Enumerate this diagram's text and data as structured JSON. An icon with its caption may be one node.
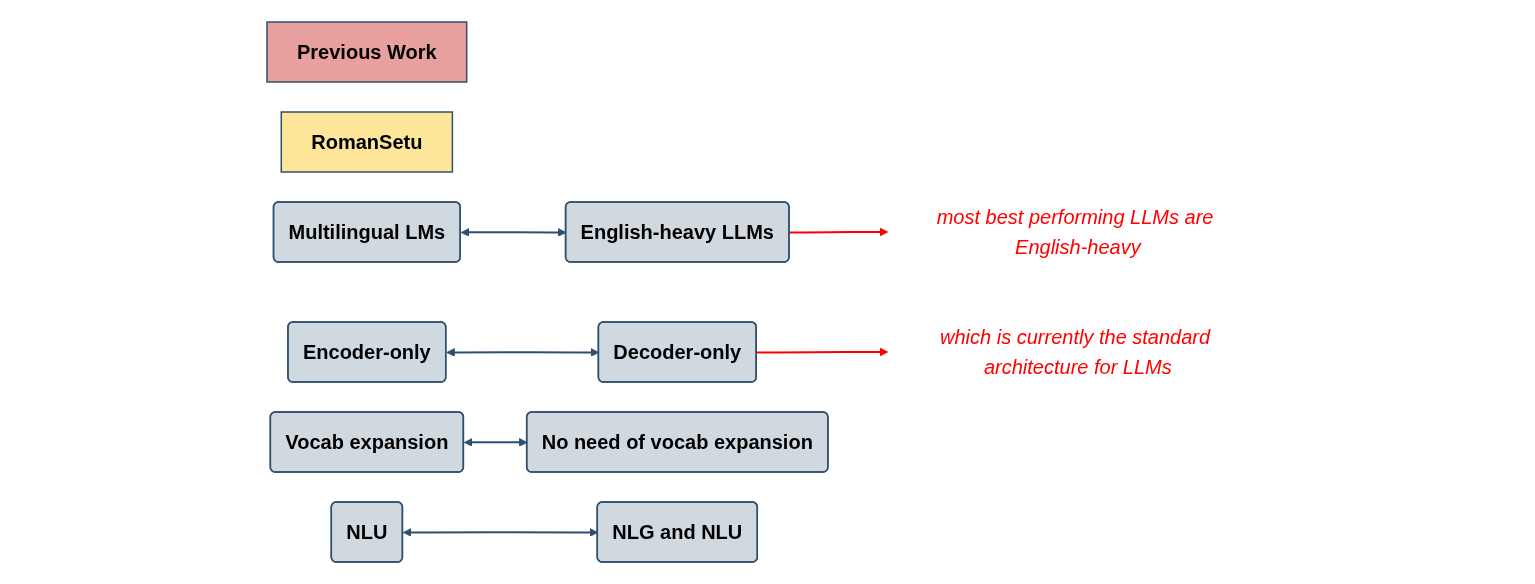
{
  "diagram": {
    "nodes": [
      {
        "text": [
          "Previous Work"
        ]
      },
      {
        "text": [
          "RomanSetu"
        ]
      },
      {
        "text": [
          "Multilingual LMs"
        ]
      },
      {
        "text": [
          "English-heavy LLMs"
        ]
      },
      {
        "text": [
          "most best performing LLMs are English-heavy"
        ]
      },
      {
        "text": [
          "Encoder-only"
        ]
      },
      {
        "text": [
          "Decoder-only"
        ]
      },
      {
        "text": [
          "which is currently the standard architecture for LLMs"
        ]
      },
      {
        "text": [
          "Vocab expansion"
        ]
      },
      {
        "text": [
          "No need of vocab expansion"
        ]
      },
      {
        "text": [
          "NLU"
        ]
      },
      {
        "text": [
          "NLG and NLU"
        ]
      }
    ],
    "edges": [
      {
        "from": 2,
        "to": 3,
        "arrow": "both"
      },
      {
        "from": 3,
        "to": 4,
        "arrow": "to",
        "color": "#ff0000"
      },
      {
        "from": 5,
        "to": 6,
        "arrow": "both"
      },
      {
        "from": 6,
        "to": 7,
        "arrow": "to",
        "color": "#ff0000"
      },
      {
        "from": 8,
        "to": 9,
        "arrow": "both"
      },
      {
        "from": 10,
        "to": 11,
        "arrow": "both"
      }
    ]
  }
}
